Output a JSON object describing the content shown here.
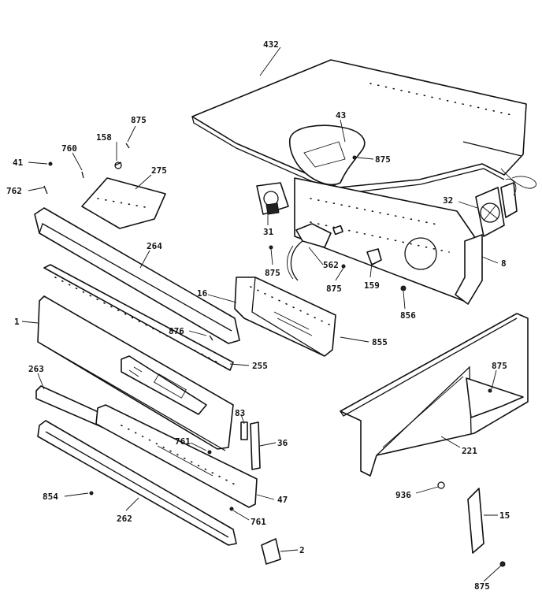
{
  "diagram": {
    "callouts": [
      {
        "id": "432",
        "text": "432"
      },
      {
        "id": "43",
        "text": "43"
      },
      {
        "id": "875a",
        "text": "875"
      },
      {
        "id": "875b",
        "text": "875"
      },
      {
        "id": "158",
        "text": "158"
      },
      {
        "id": "760",
        "text": "760"
      },
      {
        "id": "41",
        "text": "41"
      },
      {
        "id": "762",
        "text": "762"
      },
      {
        "id": "275",
        "text": "275"
      },
      {
        "id": "32",
        "text": "32"
      },
      {
        "id": "31",
        "text": "31"
      },
      {
        "id": "264",
        "text": "264"
      },
      {
        "id": "875c",
        "text": "875"
      },
      {
        "id": "562",
        "text": "562"
      },
      {
        "id": "875d",
        "text": "875"
      },
      {
        "id": "159",
        "text": "159"
      },
      {
        "id": "8",
        "text": "8"
      },
      {
        "id": "16",
        "text": "16"
      },
      {
        "id": "856",
        "text": "856"
      },
      {
        "id": "1",
        "text": "1"
      },
      {
        "id": "876",
        "text": "876"
      },
      {
        "id": "855",
        "text": "855"
      },
      {
        "id": "255",
        "text": "255"
      },
      {
        "id": "263",
        "text": "263"
      },
      {
        "id": "875e",
        "text": "875"
      },
      {
        "id": "83",
        "text": "83"
      },
      {
        "id": "36",
        "text": "36"
      },
      {
        "id": "761a",
        "text": "761"
      },
      {
        "id": "221",
        "text": "221"
      },
      {
        "id": "854",
        "text": "854"
      },
      {
        "id": "262",
        "text": "262"
      },
      {
        "id": "47",
        "text": "47"
      },
      {
        "id": "936",
        "text": "936"
      },
      {
        "id": "15",
        "text": "15"
      },
      {
        "id": "761b",
        "text": "761"
      },
      {
        "id": "2",
        "text": "2"
      },
      {
        "id": "875f",
        "text": "875"
      }
    ]
  }
}
